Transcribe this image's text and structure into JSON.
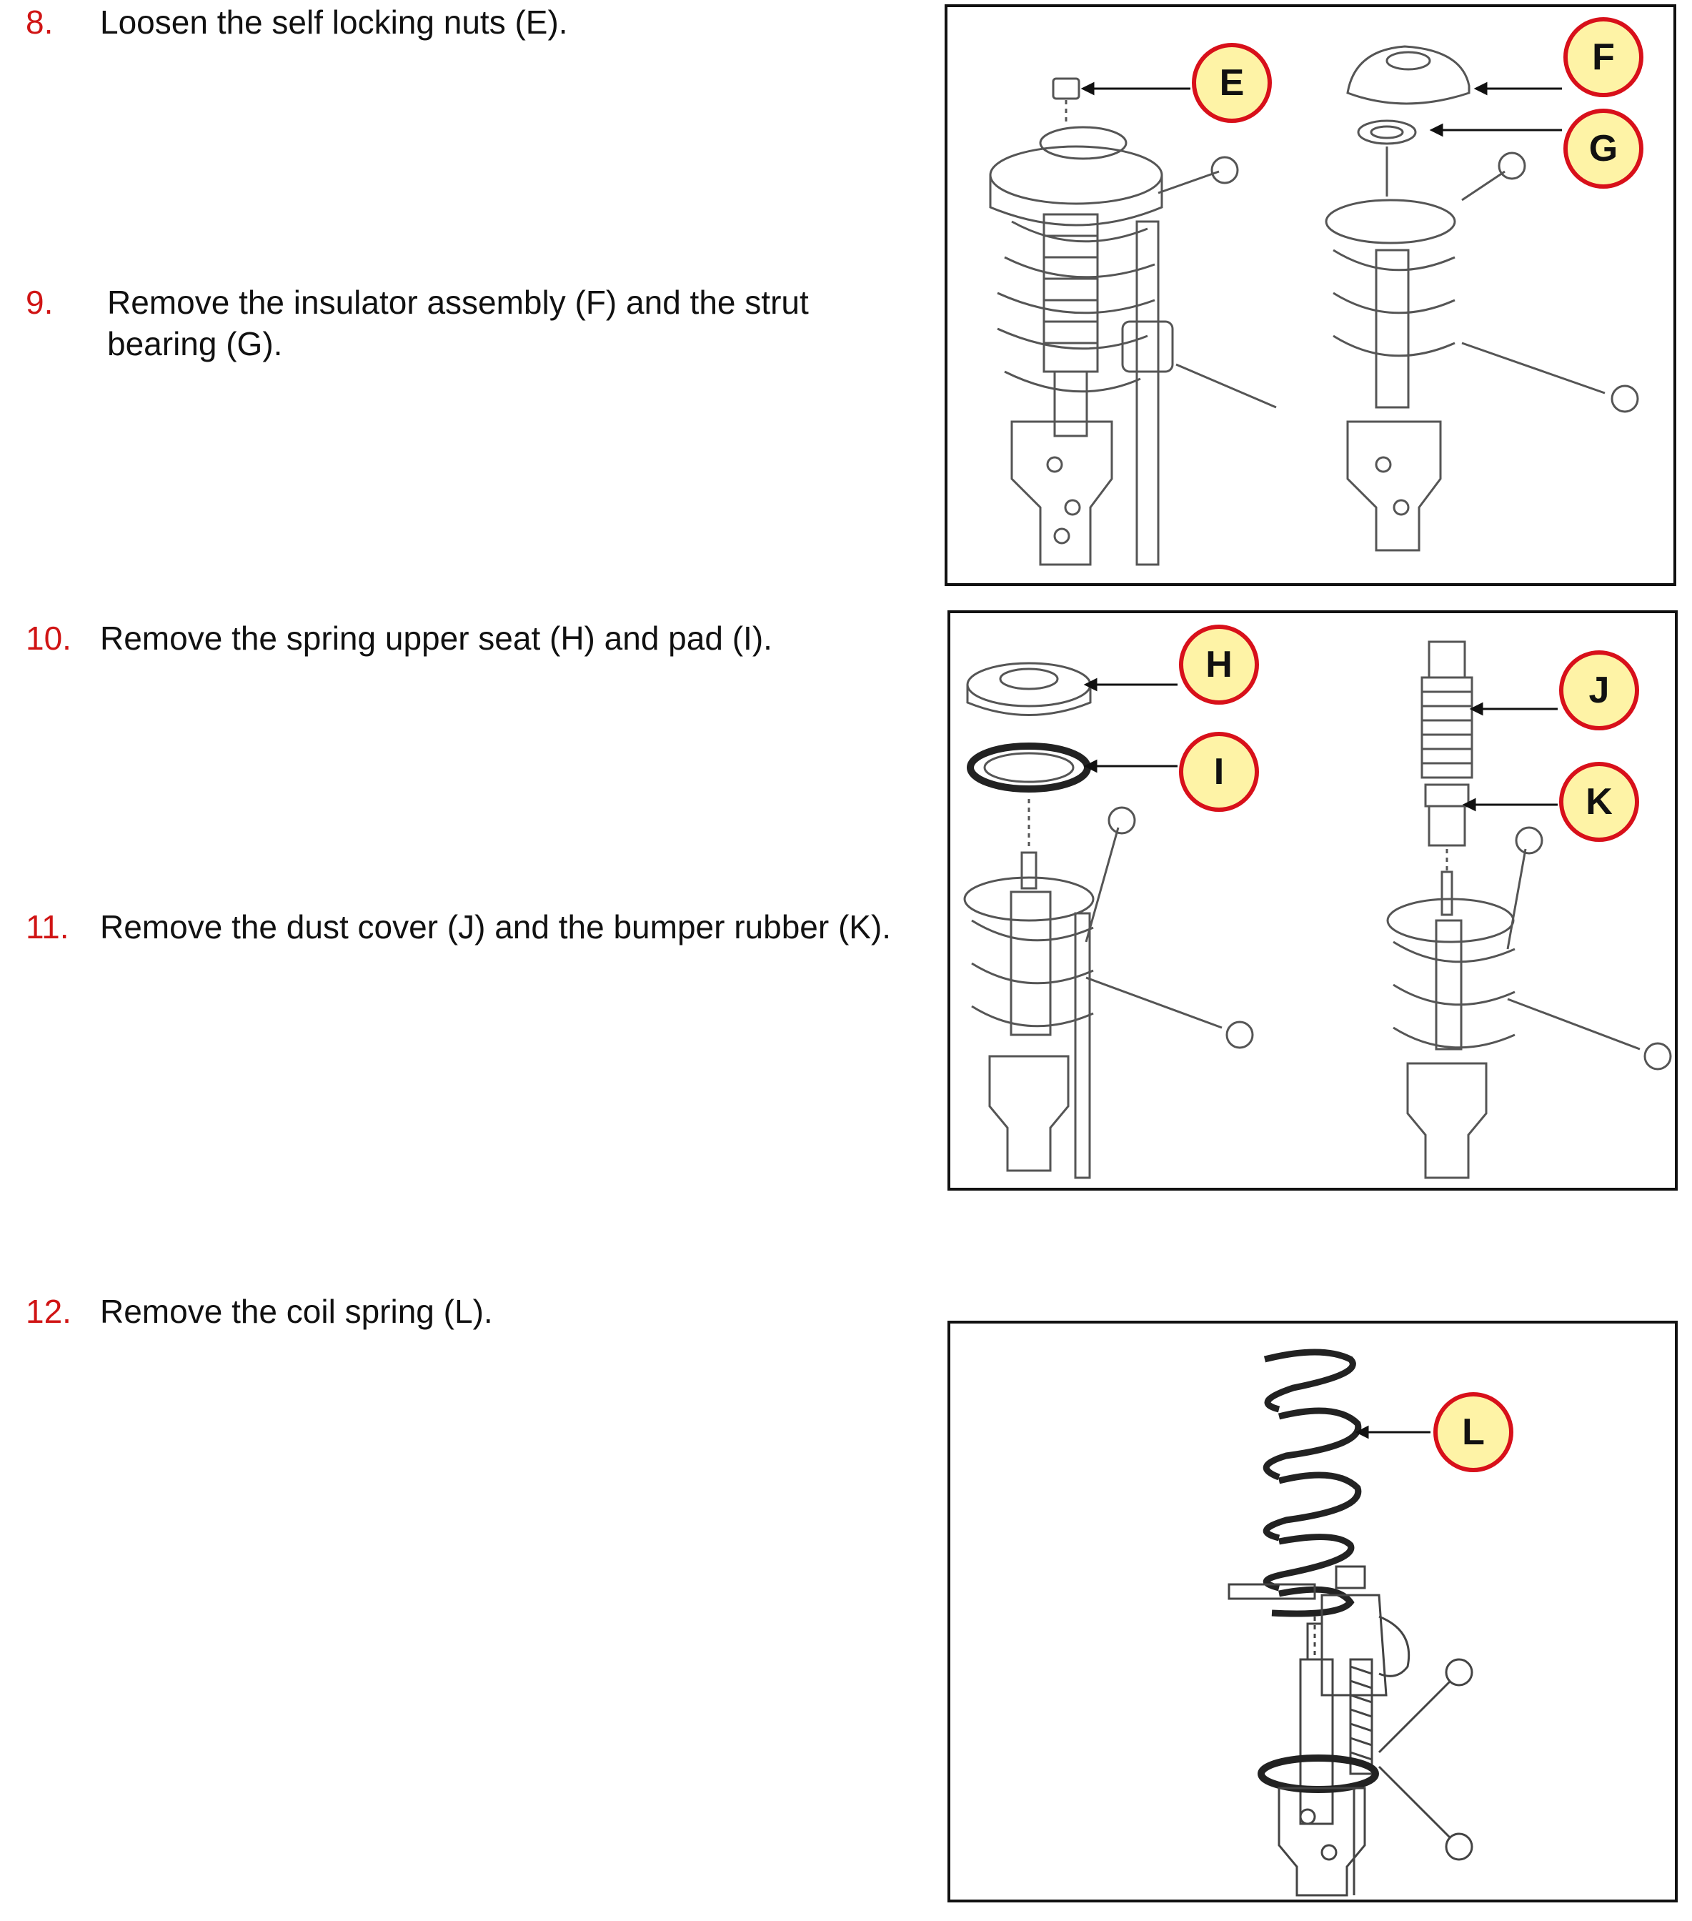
{
  "steps": [
    {
      "number": "8.",
      "text": "Loosen the self locking nuts (E)."
    },
    {
      "number": "9.",
      "text": "Remove the insulator assembly (F) and the strut bearing (G)."
    },
    {
      "number": "10.",
      "text": "Remove the spring upper seat (H) and pad (I)."
    },
    {
      "number": "11.",
      "text": "Remove the dust cover (J) and the bumper rubber (K)."
    },
    {
      "number": "12.",
      "text": "Remove the coil spring (L)."
    }
  ],
  "figures": {
    "fig1": {
      "callouts": [
        "E",
        "F",
        "G"
      ]
    },
    "fig2": {
      "callouts": [
        "H",
        "I",
        "J",
        "K"
      ]
    },
    "fig3": {
      "callouts": [
        "L"
      ]
    }
  },
  "colors": {
    "step_number": "#d01414",
    "callout_fill": "#fef3a6",
    "callout_border": "#d8101a"
  }
}
